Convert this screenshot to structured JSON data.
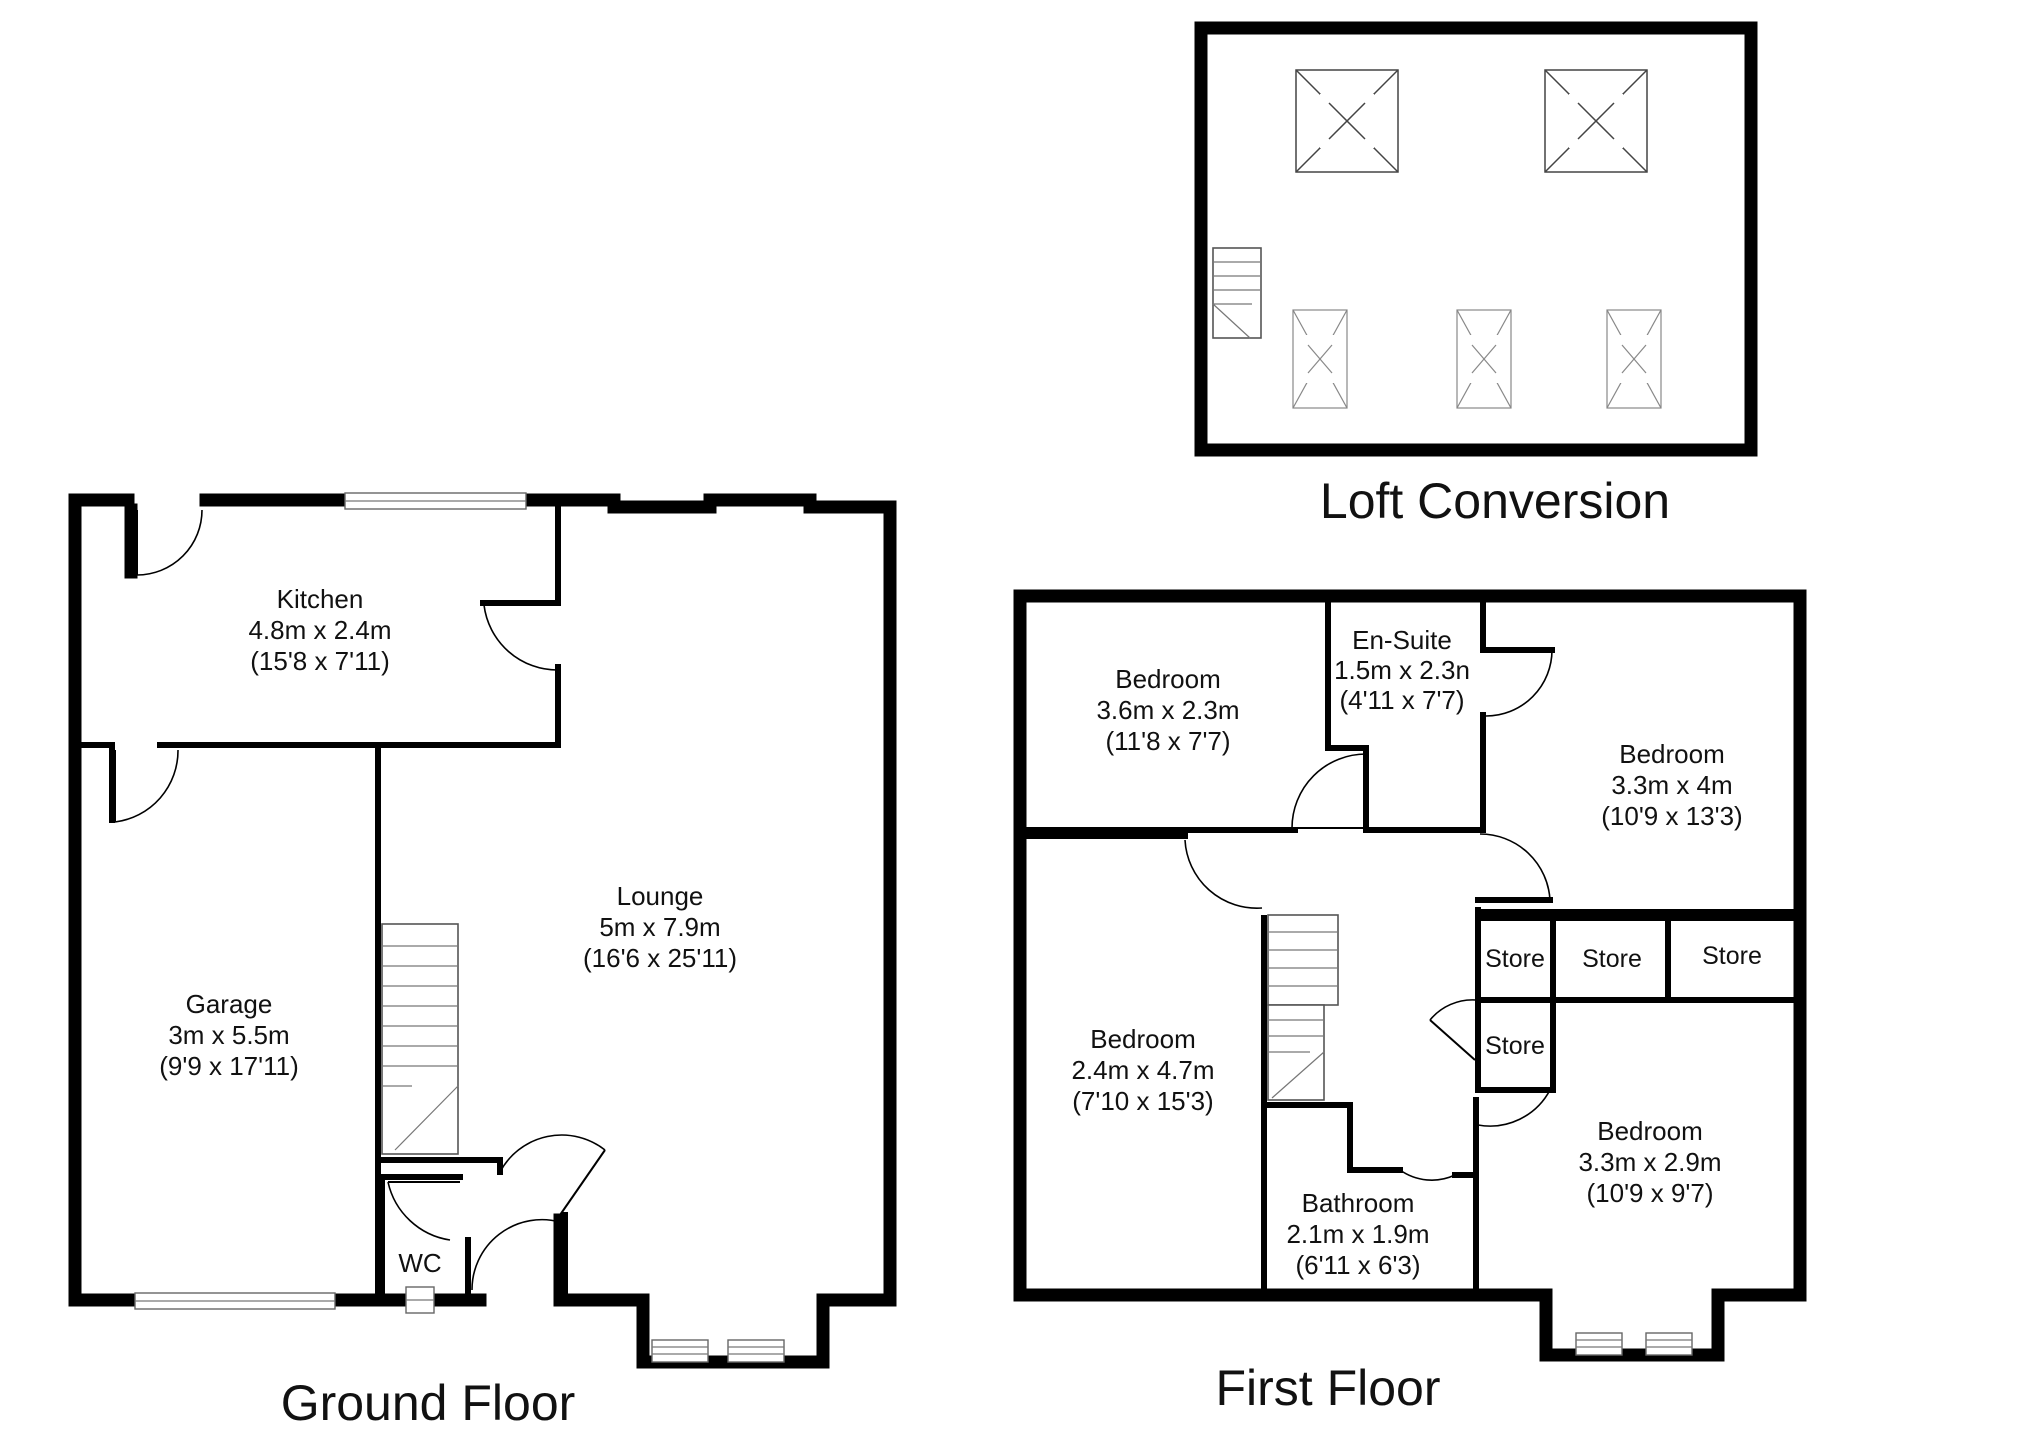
{
  "floors": {
    "ground": {
      "title": "Ground Floor"
    },
    "first": {
      "title": "First Floor"
    },
    "loft": {
      "title": "Loft Conversion"
    }
  },
  "rooms": {
    "kitchen": {
      "name": "Kitchen",
      "metric": "4.8m x 2.4m",
      "imperial": "(15'8 x 7'11)"
    },
    "lounge": {
      "name": "Lounge",
      "metric": "5m x 7.9m",
      "imperial": "(16'6 x 25'11)"
    },
    "garage": {
      "name": "Garage",
      "metric": "3m x 5.5m",
      "imperial": "(9'9 x 17'11)"
    },
    "wc": {
      "name": "WC"
    },
    "bedroom1": {
      "name": "Bedroom",
      "metric": "3.6m x 2.3m",
      "imperial": "(11'8 x 7'7)"
    },
    "ensuite": {
      "name": "En-Suite",
      "metric": "1.5m x 2.3n",
      "imperial": "(4'11 x 7'7)"
    },
    "bedroom2": {
      "name": "Bedroom",
      "metric": "3.3m x 4m",
      "imperial": "(10'9 x 13'3)"
    },
    "bedroom3": {
      "name": "Bedroom",
      "metric": "2.4m x 4.7m",
      "imperial": "(7'10 x 15'3)"
    },
    "bedroom4": {
      "name": "Bedroom",
      "metric": "3.3m x 2.9m",
      "imperial": "(10'9 x 9'7)"
    },
    "bathroom": {
      "name": "Bathroom",
      "metric": "2.1m x 1.9m",
      "imperial": "(6'11 x 6'3)"
    }
  },
  "stores": [
    "Store",
    "Store",
    "Store",
    "Store"
  ]
}
